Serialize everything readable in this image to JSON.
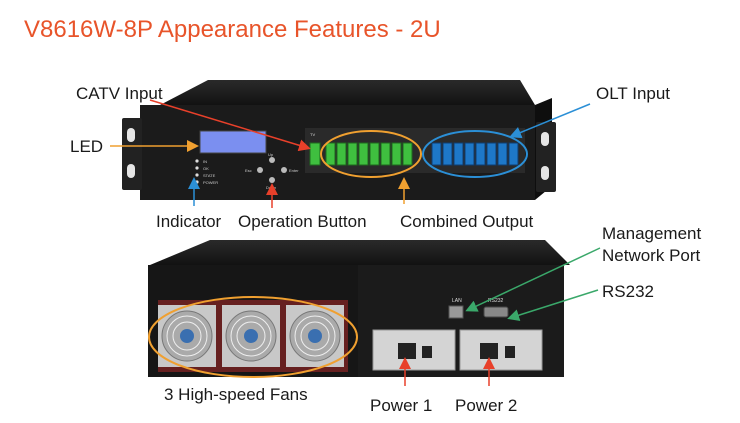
{
  "title": "V8616W-8P Appearance Features - 2U",
  "front_panel": {
    "callouts": {
      "catv_input": "CATV Input",
      "led": "LED",
      "olt_input": "OLT Input",
      "indicator": "Indicator",
      "operation_button": "Operation Button",
      "combined_output": "Combined Output"
    },
    "panel_text": {
      "tv_label": "TV",
      "indicator_lines": [
        "IN",
        "OK",
        "STATE",
        "POWER"
      ],
      "button_labels": {
        "esc": "Esc",
        "enter": "Enter",
        "up": "Up",
        "down": "Down"
      }
    }
  },
  "back_panel": {
    "callouts": {
      "management_port": [
        "Management",
        "Network Port"
      ],
      "rs232": "RS232",
      "fans": "3 High-speed Fans",
      "power1": "Power 1",
      "power2": "Power 2"
    },
    "panel_text": {
      "lan": "LAN",
      "rs232": "RS232"
    }
  },
  "colors": {
    "title": "#e8542a",
    "arrow_red": "#e8402a",
    "arrow_orange": "#f0a030",
    "arrow_blue": "#2b8fd6",
    "arrow_green": "#3aa86a",
    "chassis": "#1b1b1b",
    "sc_apc": "#3fbf3f",
    "sc_upc": "#1e78c8"
  }
}
